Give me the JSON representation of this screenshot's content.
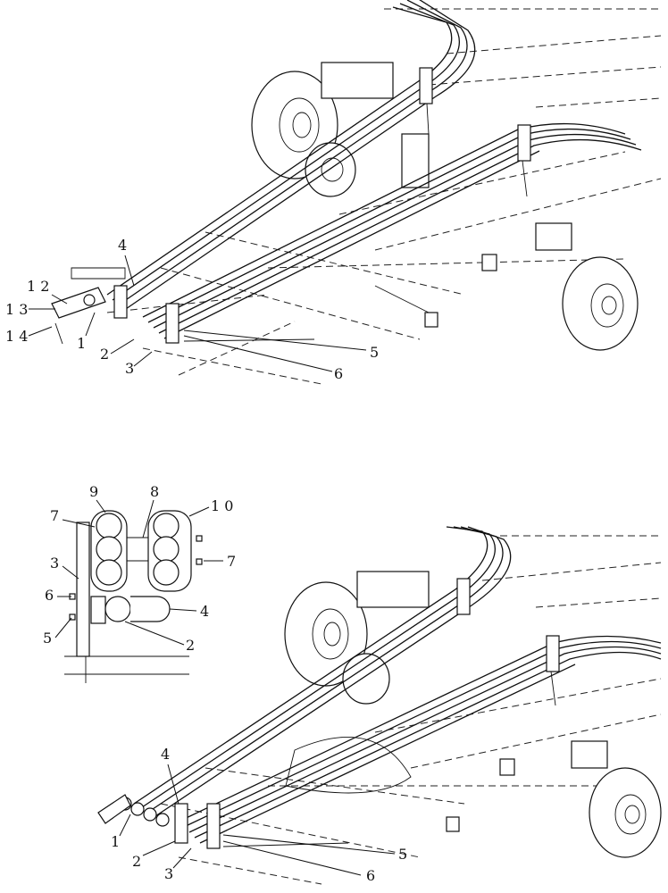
{
  "upper_view": {
    "callouts": [
      "1 2",
      "1 3",
      "1 4",
      "4",
      "1",
      "2",
      "3",
      "5",
      "6"
    ]
  },
  "detail_view": {
    "callouts": [
      "9",
      "8",
      "1 0",
      "7",
      "7",
      "3",
      "6",
      "4",
      "5",
      "2"
    ]
  },
  "lower_view": {
    "callouts": [
      "4",
      "1",
      "2",
      "3",
      "5",
      "6"
    ]
  }
}
